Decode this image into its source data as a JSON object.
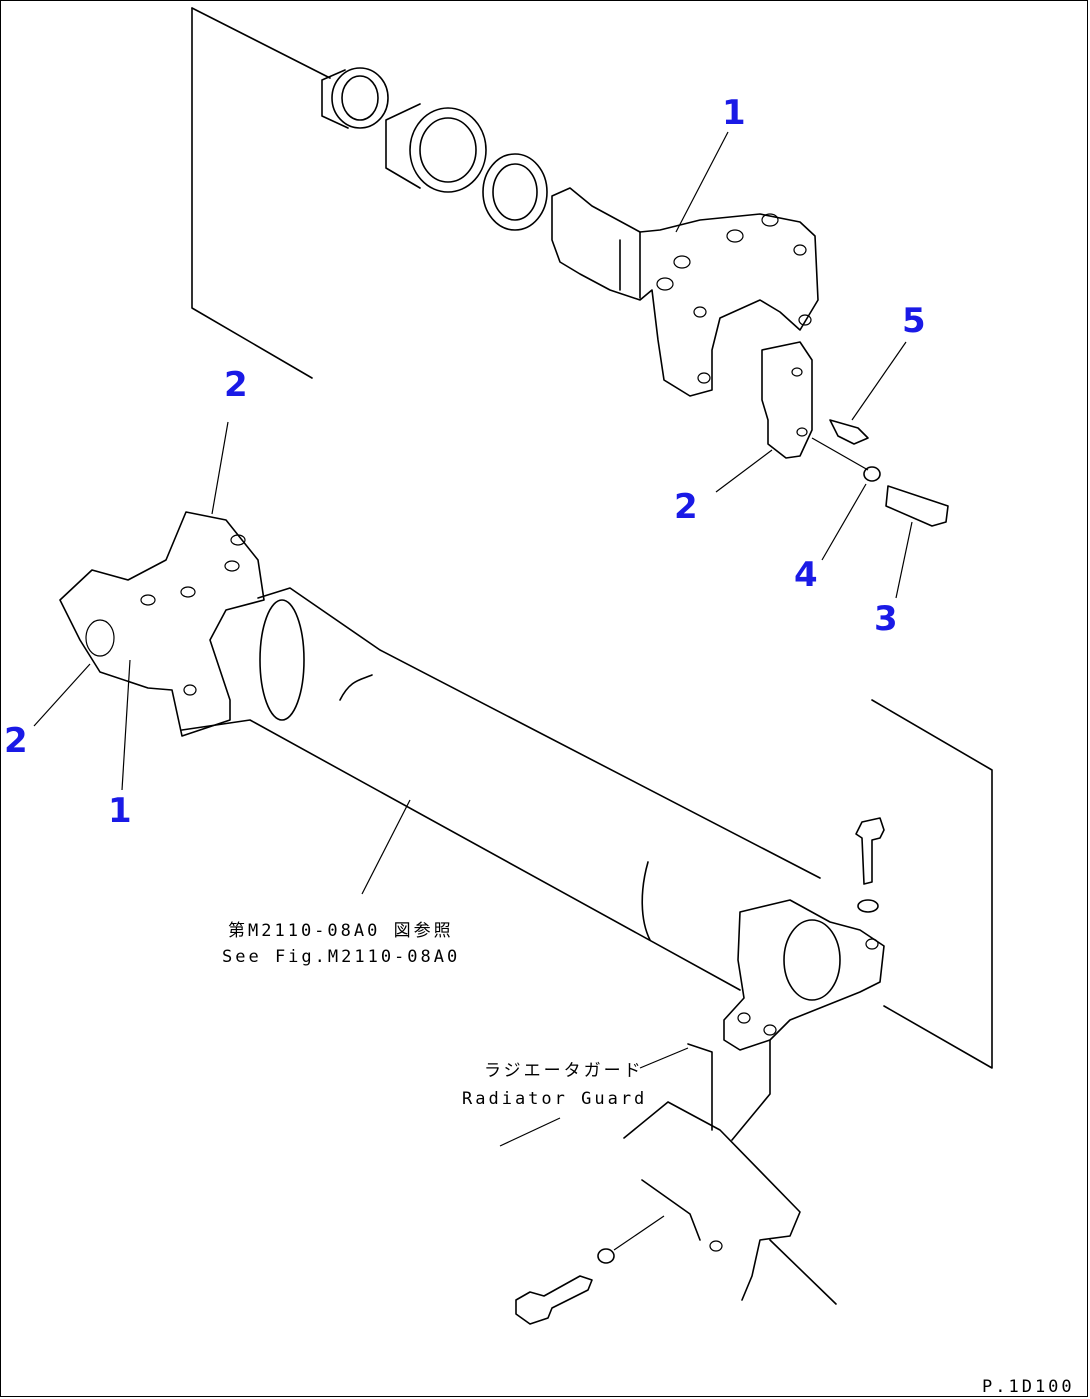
{
  "callouts": {
    "upper_1": "1",
    "upper_5": "5",
    "upper_2": "2",
    "upper_4": "4",
    "upper_3": "3",
    "left_2_top": "2",
    "left_2_side": "2",
    "left_1": "1"
  },
  "notes": {
    "see_fig_jp": "第M2110-08A0 図参照",
    "see_fig_en": "See Fig.M2110-08A0",
    "radiator_guard_jp": "ラジエータガード",
    "radiator_guard_en": "Radiator Guard"
  },
  "page_ref": "P.1D100",
  "colors": {
    "callout": "#1a1ae6",
    "line": "#000000"
  }
}
